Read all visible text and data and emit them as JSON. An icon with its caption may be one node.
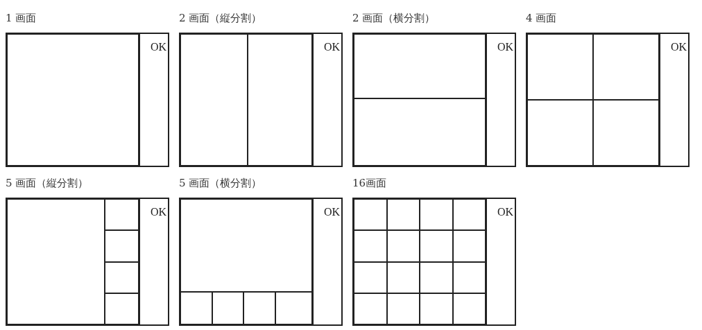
{
  "diagram": {
    "nodes": [
      {
        "text": [
          "1 画面"
        ]
      },
      {
        "text": [
          "OK"
        ],
        "in": 0
      },
      {
        "text": [],
        "shape": "box",
        "in": 0
      },
      {
        "text": [
          "2 画面（縦分割）"
        ]
      },
      {
        "text": [
          "OK"
        ],
        "in": 3
      },
      {
        "text": [],
        "shape": "box",
        "in": 3
      },
      {
        "text": [],
        "shape": "box",
        "in": 3
      },
      {
        "text": [
          "2 画面（横分割）"
        ]
      },
      {
        "text": [
          "OK"
        ],
        "in": 7
      },
      {
        "text": [],
        "shape": "box",
        "in": 7
      },
      {
        "text": [],
        "shape": "box",
        "in": 7
      },
      {
        "text": [
          "4 画面"
        ]
      },
      {
        "text": [
          "OK"
        ],
        "in": 11
      },
      {
        "text": [],
        "shape": "box",
        "in": 11
      },
      {
        "text": [],
        "shape": "box",
        "in": 11
      },
      {
        "text": [],
        "shape": "box",
        "in": 11
      },
      {
        "text": [],
        "shape": "box",
        "in": 11
      },
      {
        "text": [
          "5 画面（縦分割）"
        ]
      },
      {
        "text": [
          "OK"
        ],
        "in": 17
      },
      {
        "text": [],
        "shape": "box",
        "in": 17
      },
      {
        "text": [],
        "shape": "box",
        "in": 17
      },
      {
        "text": [],
        "shape": "box",
        "in": 17
      },
      {
        "text": [],
        "shape": "box",
        "in": 17
      },
      {
        "text": [],
        "shape": "box",
        "in": 17
      },
      {
        "text": [
          "5 画面（横分割）"
        ]
      },
      {
        "text": [
          "OK"
        ],
        "in": 24
      },
      {
        "text": [],
        "shape": "box",
        "in": 24
      },
      {
        "text": [],
        "shape": "box",
        "in": 24
      },
      {
        "text": [],
        "shape": "box",
        "in": 24
      },
      {
        "text": [],
        "shape": "box",
        "in": 24
      },
      {
        "text": [],
        "shape": "box",
        "in": 24
      },
      {
        "text": [
          "16画面"
        ]
      },
      {
        "text": [
          "OK"
        ],
        "in": 31
      },
      {
        "text": [],
        "shape": "box",
        "in": 31
      },
      {
        "text": [],
        "shape": "box",
        "in": 31
      },
      {
        "text": [],
        "shape": "box",
        "in": 31
      },
      {
        "text": [],
        "shape": "box",
        "in": 31
      },
      {
        "text": [],
        "shape": "box",
        "in": 31
      },
      {
        "text": [],
        "shape": "box",
        "in": 31
      },
      {
        "text": [],
        "shape": "box",
        "in": 31
      },
      {
        "text": [],
        "shape": "box",
        "in": 31
      },
      {
        "text": [],
        "shape": "box",
        "in": 31
      },
      {
        "text": [],
        "shape": "box",
        "in": 31
      },
      {
        "text": [],
        "shape": "box",
        "in": 31
      },
      {
        "text": [],
        "shape": "box",
        "in": 31
      },
      {
        "text": [],
        "shape": "box",
        "in": 31
      },
      {
        "text": [],
        "shape": "box",
        "in": 31
      },
      {
        "text": [],
        "shape": "box",
        "in": 31
      },
      {
        "text": [],
        "shape": "box",
        "in": 31
      }
    ]
  }
}
